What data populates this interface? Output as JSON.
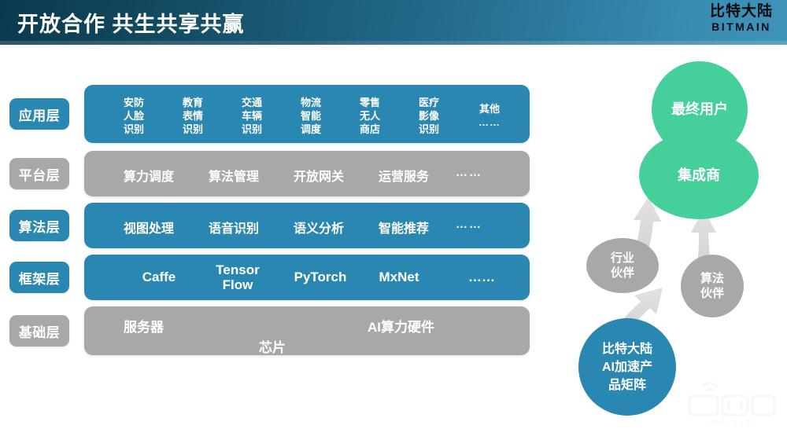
{
  "header": {
    "title": "开放合作 共生共享共赢",
    "logo_cn": "比特大陆",
    "logo_en": "BITMAIN",
    "gradient_from": "#0b3a4d",
    "gradient_to": "#3f93b8"
  },
  "colors": {
    "blue": "#2a87b2",
    "gray": "#a8a8a8",
    "green": "#44cf9b",
    "arrow": "#d8d8d8",
    "text_on_fill": "#ffffff"
  },
  "stack": {
    "layers": [
      {
        "label": "应用层",
        "label_color": "blue",
        "bar_color": "blue",
        "type": "app",
        "cells": [
          {
            "lines": [
              "安防",
              "人脸",
              "识别"
            ]
          },
          {
            "lines": [
              "教育",
              "表情",
              "识别"
            ]
          },
          {
            "lines": [
              "交通",
              "车辆",
              "识别"
            ]
          },
          {
            "lines": [
              "物流",
              "智能",
              "调度"
            ]
          },
          {
            "lines": [
              "零售",
              "无人",
              "商店"
            ]
          },
          {
            "lines": [
              "医疗",
              "影像",
              "识别"
            ]
          },
          {
            "lines": [
              "其他",
              "……"
            ],
            "other": true
          }
        ]
      },
      {
        "label": "平台层",
        "label_color": "gray",
        "bar_color": "gray",
        "type": "line",
        "cells": [
          "算力调度",
          "算法管理",
          "开放网关",
          "运营服务",
          "……"
        ]
      },
      {
        "label": "算法层",
        "label_color": "blue",
        "bar_color": "blue",
        "type": "line",
        "cells": [
          "视图处理",
          "语音识别",
          "语义分析",
          "智能推荐",
          "……"
        ]
      },
      {
        "label": "框架层",
        "label_color": "blue",
        "bar_color": "blue",
        "type": "framework",
        "cells": [
          {
            "lines": [
              "Caffe"
            ]
          },
          {
            "lines": [
              "Tensor",
              "Flow"
            ]
          },
          {
            "lines": [
              "PyTorch"
            ]
          },
          {
            "lines": [
              "MxNet"
            ]
          },
          {
            "lines": [
              "……"
            ]
          }
        ]
      },
      {
        "label": "基础层",
        "label_color": "gray",
        "bar_color": "gray",
        "type": "base",
        "cells": [
          "服务器",
          "AI算力硬件",
          "芯片"
        ]
      }
    ]
  },
  "ecosystem": {
    "nodes": [
      {
        "id": "end-user",
        "label": "最终用户",
        "color": "green"
      },
      {
        "id": "integrator",
        "label": "集成商",
        "color": "green"
      },
      {
        "id": "industry",
        "label": "行业\n伙伴",
        "color": "gray"
      },
      {
        "id": "algorithm",
        "label": "算法\n伙伴",
        "color": "gray"
      },
      {
        "id": "bitmain",
        "label": "比特大陆\nAI加速产\n品矩阵",
        "color": "blue"
      }
    ],
    "arrows": [
      {
        "from": "industry",
        "to": "integrator"
      },
      {
        "from": "algorithm",
        "to": "integrator"
      },
      {
        "from": "bitmain",
        "to": "industry"
      }
    ]
  },
  "watermark": {
    "text": "智东西",
    "domain": "zhidx.com"
  }
}
